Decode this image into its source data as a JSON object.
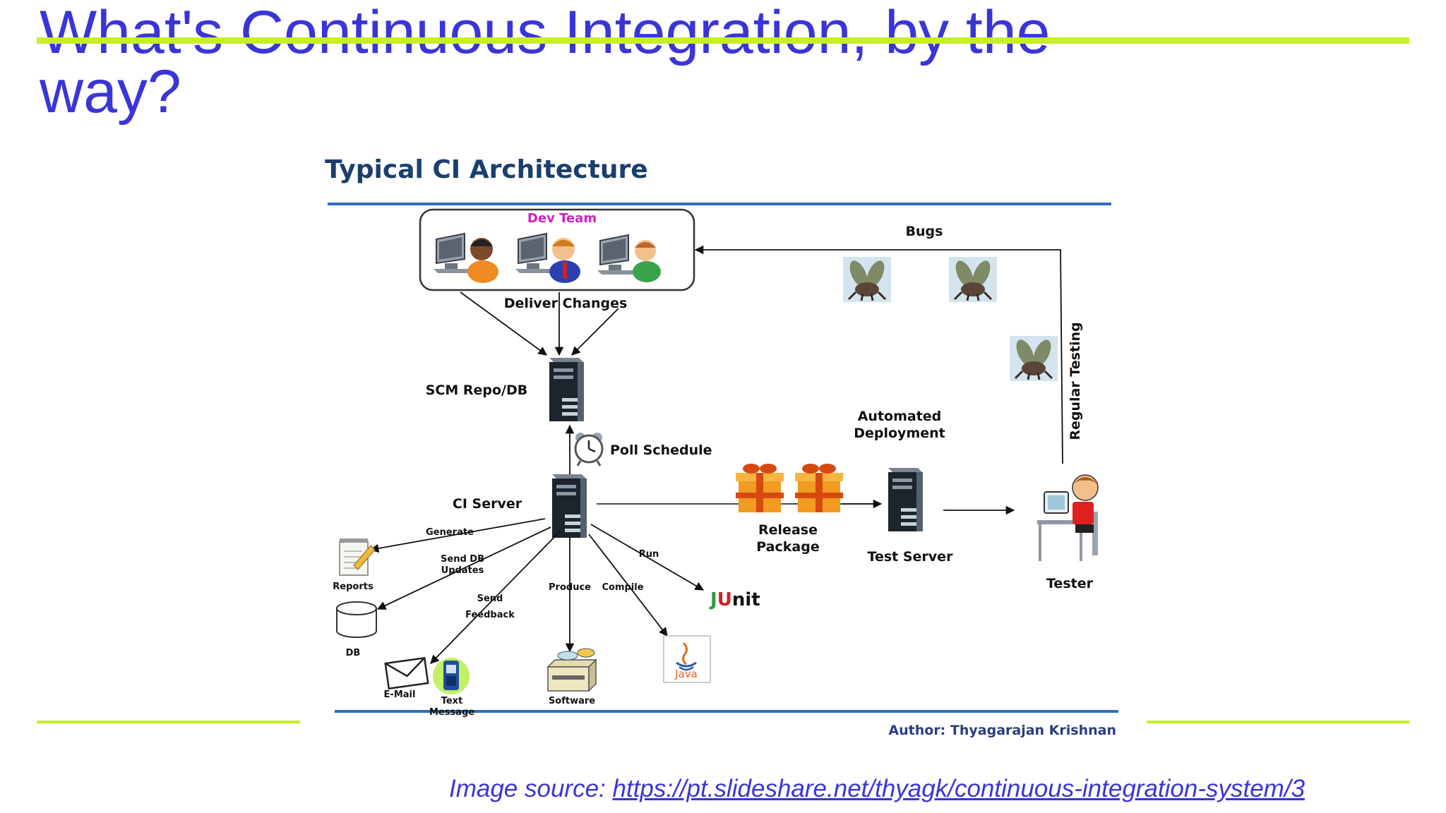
{
  "slide": {
    "title": "What's Continuous Integration, by the way?",
    "source_prefix": "Image source: ",
    "source_link": "https://pt.slideshare.net/thyagk/continuous-integration-system/3"
  },
  "diagram": {
    "heading": "Typical CI Architecture",
    "dev_team": "Dev Team",
    "deliver_changes": "Deliver Changes",
    "scm": "SCM Repo/DB",
    "poll": "Poll Schedule",
    "ci_server": "CI Server",
    "generate": "Generate",
    "send_db_1": "Send DB",
    "send_db_2": "Updates",
    "send_fb_1": "Send",
    "send_fb_2": "Feedback",
    "produce": "Produce",
    "compile": "Compile",
    "run": "Run",
    "reports": "Reports",
    "db": "DB",
    "email": "E-Mail",
    "text_1": "Text",
    "text_2": "Message",
    "software": "Software",
    "java": "Java",
    "junit_j": "J",
    "junit_u": "U",
    "junit_rest": "nit",
    "release_1": "Release",
    "release_2": "Package",
    "auto_1": "Automated",
    "auto_2": "Deployment",
    "test_server": "Test Server",
    "tester": "Tester",
    "bugs": "Bugs",
    "regular": "Regular Testing",
    "author": "Author: Thyagarajan Krishnan"
  },
  "colors": {
    "title": "#3a35d8",
    "accent_line": "#c6ee2c",
    "heading": "#1a3f6f",
    "rule": "#2a6fbf",
    "dev_team": "#d020c0",
    "author": "#2a3e7a"
  }
}
